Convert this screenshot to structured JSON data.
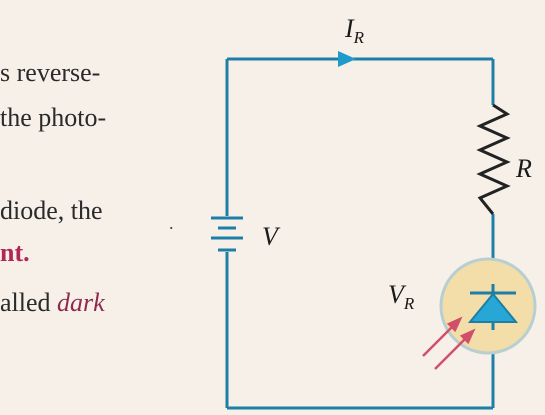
{
  "text_lines": [
    {
      "text": "s reverse-"
    },
    {
      "text": "the photo-"
    },
    {
      "text": "diode, the"
    },
    {
      "text": "nt."
    },
    {
      "prefix": "alled ",
      "emphasis": "dark"
    }
  ],
  "labels": {
    "current": {
      "main": "I",
      "sub": "R"
    },
    "resistor": "R",
    "battery": "V",
    "diode_voltage": {
      "main": "V",
      "sub": "R"
    }
  },
  "colors": {
    "wire": "#1d7fa6",
    "arrow": "#1d9ccc",
    "diode_fill": "#27a7d6",
    "glow": "#f3dda8",
    "glow_ring": "#b8cfd2",
    "light_arrows": "#d14f6a",
    "emphasis_text": "#8e2a4e",
    "bold_text": "#b02858"
  },
  "icons": {
    "battery": "battery-icon",
    "resistor": "resistor-icon",
    "photodiode": "photodiode-icon",
    "light": "light-rays-icon"
  }
}
